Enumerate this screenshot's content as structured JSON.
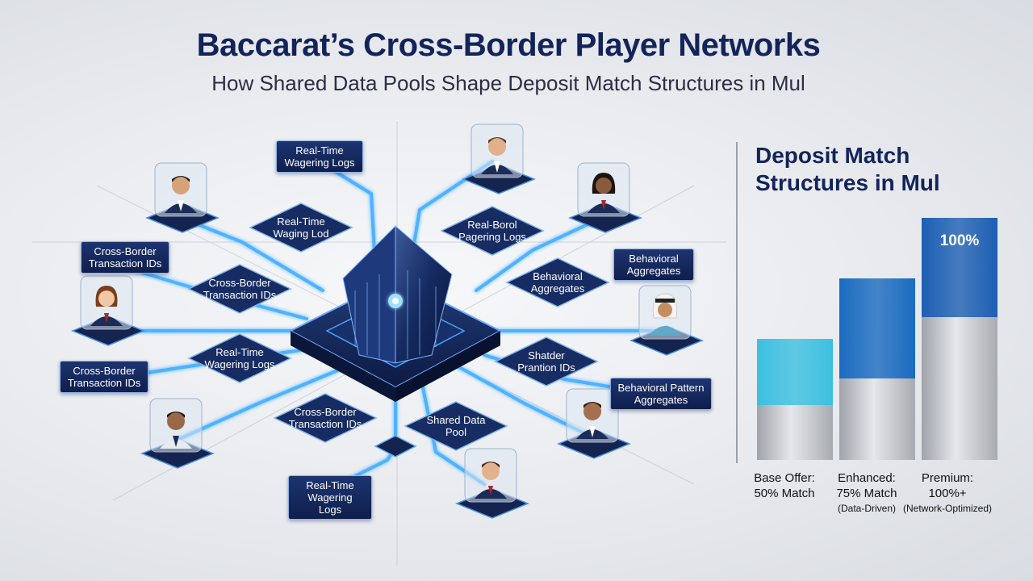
{
  "header": {
    "title": "Baccarat’s Cross-Border Player Networks",
    "subtitle": "How Shared Data Pools Shape Deposit Match Structures in Mul"
  },
  "network": {
    "hub_tags": [
      {
        "id": "t1",
        "text": "Real-Time\nWagering Logs"
      },
      {
        "id": "t2",
        "text": "Cross-Border\nTransaction IDs"
      },
      {
        "id": "t3",
        "text": "Cross-Border\nTransaction IDs"
      },
      {
        "id": "t4",
        "text": "Behavioral\nAggregates"
      },
      {
        "id": "t5",
        "text": "Behavioral Pattern\nAggregates"
      },
      {
        "id": "t6",
        "text": "Real-Time\nWagering Logs"
      }
    ],
    "diamond_tags": [
      {
        "id": "d1",
        "text": "Real-Time\nWaging Lod"
      },
      {
        "id": "d2",
        "text": "Real-Borol\nPagering Logs"
      },
      {
        "id": "d3",
        "text": "Cross-Border\nTransaction IDs"
      },
      {
        "id": "d4",
        "text": "Behavioral\nAggregates"
      },
      {
        "id": "d5",
        "text": "Real-Time\nWagering Logs"
      },
      {
        "id": "d6",
        "text": "Shatder\nPrantion IDs"
      },
      {
        "id": "d7",
        "text": "Cross-Border\nTransaction IDs"
      },
      {
        "id": "d8",
        "text": "Shared Data\nPool"
      }
    ],
    "colors": {
      "accent": "#3aa0ff",
      "node": "#14244f",
      "glow": "#59c2ff"
    }
  },
  "chart_data": {
    "type": "bar",
    "title": "Deposit Match\nStructures in Mul",
    "categories": [
      {
        "line1": "Base Offer:",
        "line2": "50% Match",
        "note": ""
      },
      {
        "line1": "Enhanced:",
        "line2": "75% Match",
        "note": "(Data-Driven)"
      },
      {
        "line1": "Premium:",
        "line2": "100%+",
        "note": "(Network-Optimized)"
      }
    ],
    "series": [
      {
        "values": [
          0.5,
          0.75,
          1.0
        ],
        "colors": [
          "#3cc0e0",
          "#1a6bc0",
          "#1d5fb3"
        ]
      }
    ],
    "base_share": [
      0.45,
      0.45,
      0.59
    ],
    "bar_labels": [
      "",
      "",
      "100%"
    ],
    "ymax": 1.0
  }
}
